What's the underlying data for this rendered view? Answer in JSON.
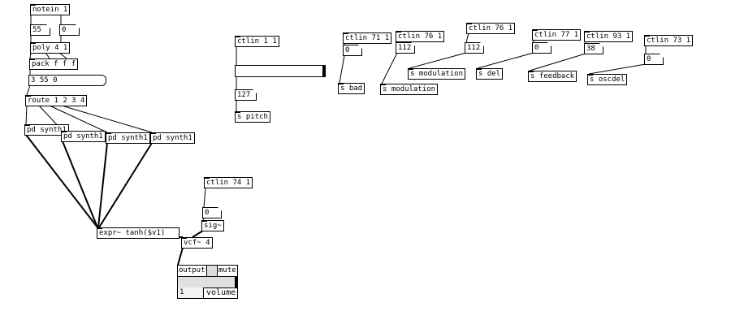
{
  "objects": {
    "notein": "notein 1",
    "poly": "poly 4 1",
    "pack": "pack f f f",
    "route": "route 1 2 3 4",
    "synth1": "pd synth1",
    "synth2": "pd synth1",
    "synth3": "pd synth1",
    "synth4": "pd synth1",
    "expr": "expr~ tanh($v1)",
    "vcf": "vcf~ 4",
    "sig": "sig~",
    "ctlin1": "ctlin 1 1",
    "spitch": "s pitch",
    "ctlin71": "ctlin 71 1",
    "sbad": "s bad",
    "ctlin76a": "ctlin 76 1",
    "smod1": "s modulation",
    "ctlin76b": "ctlin 76 1",
    "smod2": "s modulation",
    "ctlin77": "ctlin 77 1",
    "sdel": "s del",
    "ctlin93": "ctlin 93 1",
    "sfeedback": "s feedback",
    "ctlin73": "ctlin 73 1",
    "soscdel": "s oscdel",
    "ctlin74": "ctlin 74 1"
  },
  "numbers": {
    "note": "55",
    "vel": "0",
    "pitch": "127",
    "c71": "0",
    "c76a": "112",
    "c76b": "112",
    "c77": "0",
    "c93": "38",
    "c73": "0",
    "c74": "0"
  },
  "message": "3 55 0",
  "slider_value": 1.0,
  "output": {
    "label": "output~",
    "mute": "mute",
    "volume_value": "1",
    "volume_label": "volume"
  }
}
